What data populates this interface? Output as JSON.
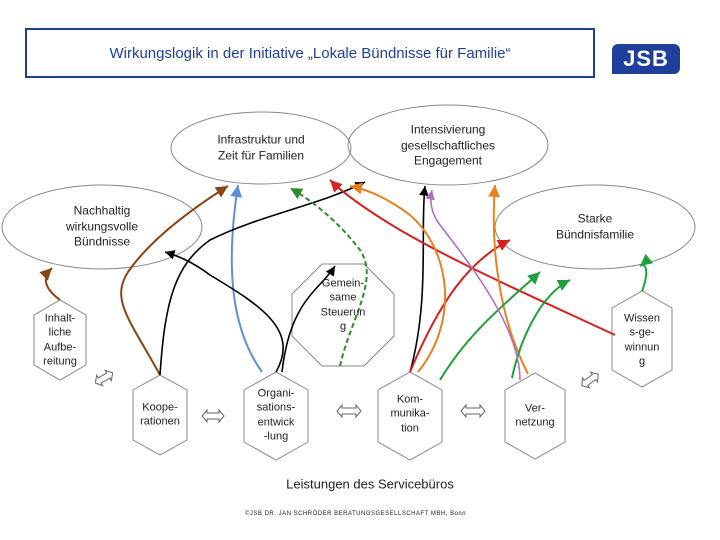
{
  "title": "Wirkungslogik in der Initiative „Lokale Bündnisse für Familie“",
  "logo": "JSB",
  "goals": {
    "infrastruktur": "Infrastruktur und\nZeit für Familien",
    "engagement": "Intensivierung\ngesellschaftliches\nEngagement",
    "nachhaltig": "Nachhaltig\nwirkungsvolle\nBündnisse",
    "starke": "Starke\nBündnisfamilie"
  },
  "center": "Gemein-\nsame\nSteuerun\ng",
  "services": {
    "inhalt": "Inhalt-\nliche\nAufbe-\nreitung",
    "kooperationen": "Koope-\nrationen",
    "organisation": "Organi-\nsations-\nentwick\n-lung",
    "kommunikation": "Kom-\nmunika-\ntion",
    "vernetzung": "Ver-\nnetzung",
    "wissen": "Wissen\ns-ge-\nwinnun\ng"
  },
  "bottom_label": "Leistungen des Servicebüros",
  "footer": "©JSB DR. JAN SCHRÖDER BERATUNGSGESELLSCHAFT MBH, Bonn",
  "colors": {
    "title_blue": "#1f3f9a",
    "brown": "#8b4513",
    "blue": "#5b8fd6",
    "black": "#000000",
    "dark_green": "#2e8b2e",
    "red": "#d62020",
    "orange": "#e8821e",
    "green": "#1fa03a",
    "purple": "#b070c0"
  },
  "icons": [
    "double-arrow-icon"
  ]
}
